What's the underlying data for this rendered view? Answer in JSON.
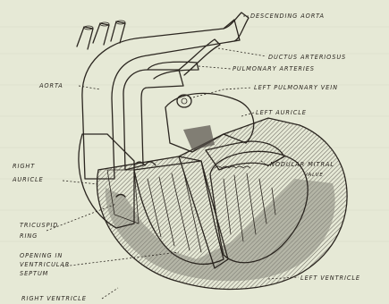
{
  "labels": {
    "descending_aorta": "DESCENDING AORTA",
    "ductus_arteriosus": "DUCTUS ARTERIOSUS",
    "pulmonary_arteries": "PULMONARY ARTERIES",
    "left_pulmonary_vein": "LEFT PULMONARY VEIN",
    "aorta": "AORTA",
    "left_auricle": "LEFT AURICLE",
    "right_auricle_1": "RIGHT",
    "right_auricle_2": "AURICLE",
    "nodular_mitral_valve_1": "NODULAR MITRAL",
    "nodular_mitral_valve_2": "VALVE",
    "tricuspid_ring_1": "TRICUSPID",
    "tricuspid_ring_2": "RING",
    "opening_1": "OPENING IN",
    "opening_2": "VENTRICULAR",
    "opening_3": "SEPTUM",
    "left_ventricle": "LEFT VENTRICLE",
    "right_ventricle": "RIGHT VENTRICLE"
  },
  "colors": {
    "paper": "#e6e9d6",
    "ink": "#2b2620",
    "shade": "#8a8a80",
    "dark_shade": "#55504a"
  }
}
